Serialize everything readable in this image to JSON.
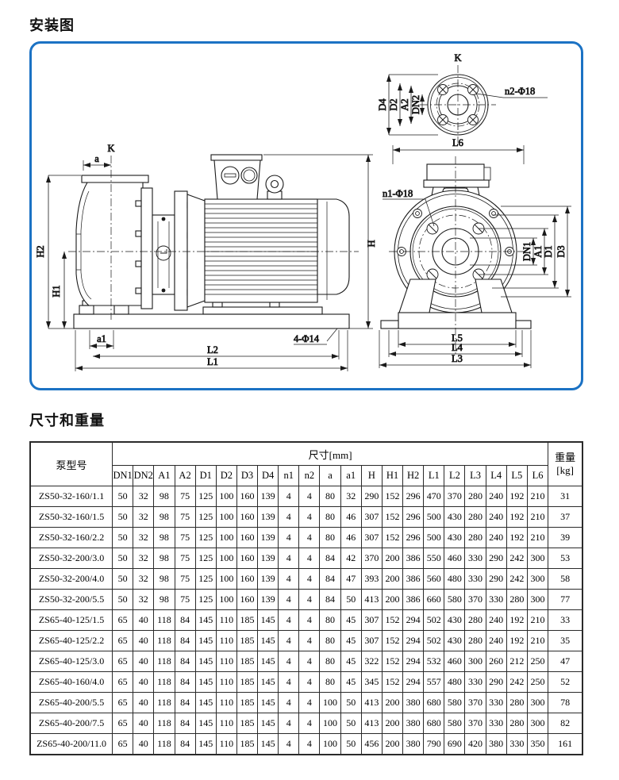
{
  "page": {
    "section1_title": "安装图",
    "section2_title": "尺寸和重量"
  },
  "diagram": {
    "side": {
      "k": "K",
      "a": "a",
      "h2": "H2",
      "h1": "H1",
      "h": "H",
      "a1": "a1",
      "l2": "L2",
      "l1": "L1",
      "bolt_callout": "4-Φ14"
    },
    "flange": {
      "k": "K",
      "d4": "D4",
      "d2": "D2",
      "a2": "A2",
      "dn2": "DN2",
      "l6": "L6",
      "bolt_callout": "n2-Φ18"
    },
    "front": {
      "dn1": "DN1",
      "a1": "A1",
      "d1": "D1",
      "d3": "D3",
      "l5": "L5",
      "l4": "L4",
      "l3": "L3",
      "bolt_callout": "n1-Φ18"
    },
    "border_color": "#1b72c4"
  },
  "table": {
    "col_model": "泵型号",
    "col_dims": "尺寸[mm]",
    "col_weight_line1": "重量",
    "col_weight_line2": "[kg]",
    "dim_headers": [
      "DN1",
      "DN2",
      "A1",
      "A2",
      "D1",
      "D2",
      "D3",
      "D4",
      "n1",
      "n2",
      "a",
      "a1",
      "H",
      "H1",
      "H2",
      "L1",
      "L2",
      "L3",
      "L4",
      "L5",
      "L6"
    ],
    "rows": [
      {
        "model": "ZS50-32-160/1.1",
        "values": [
          50,
          32,
          98,
          75,
          125,
          100,
          160,
          139,
          4,
          4,
          80,
          32,
          290,
          152,
          296,
          470,
          370,
          280,
          240,
          192,
          210
        ],
        "weight": 31
      },
      {
        "model": "ZS50-32-160/1.5",
        "values": [
          50,
          32,
          98,
          75,
          125,
          100,
          160,
          139,
          4,
          4,
          80,
          46,
          307,
          152,
          296,
          500,
          430,
          280,
          240,
          192,
          210
        ],
        "weight": 37
      },
      {
        "model": "ZS50-32-160/2.2",
        "values": [
          50,
          32,
          98,
          75,
          125,
          100,
          160,
          139,
          4,
          4,
          80,
          46,
          307,
          152,
          296,
          500,
          430,
          280,
          240,
          192,
          210
        ],
        "weight": 39
      },
      {
        "model": "ZS50-32-200/3.0",
        "values": [
          50,
          32,
          98,
          75,
          125,
          100,
          160,
          139,
          4,
          4,
          84,
          42,
          370,
          200,
          386,
          550,
          460,
          330,
          290,
          242,
          300
        ],
        "weight": 53
      },
      {
        "model": "ZS50-32-200/4.0",
        "values": [
          50,
          32,
          98,
          75,
          125,
          100,
          160,
          139,
          4,
          4,
          84,
          47,
          393,
          200,
          386,
          560,
          480,
          330,
          290,
          242,
          300
        ],
        "weight": 58
      },
      {
        "model": "ZS50-32-200/5.5",
        "values": [
          50,
          32,
          98,
          75,
          125,
          100,
          160,
          139,
          4,
          4,
          84,
          50,
          413,
          200,
          386,
          660,
          580,
          370,
          330,
          280,
          300
        ],
        "weight": 77
      },
      {
        "model": "ZS65-40-125/1.5",
        "values": [
          65,
          40,
          118,
          84,
          145,
          110,
          185,
          145,
          4,
          4,
          80,
          45,
          307,
          152,
          294,
          502,
          430,
          280,
          240,
          192,
          210
        ],
        "weight": 33
      },
      {
        "model": "ZS65-40-125/2.2",
        "values": [
          65,
          40,
          118,
          84,
          145,
          110,
          185,
          145,
          4,
          4,
          80,
          45,
          307,
          152,
          294,
          502,
          430,
          280,
          240,
          192,
          210
        ],
        "weight": 35
      },
      {
        "model": "ZS65-40-125/3.0",
        "values": [
          65,
          40,
          118,
          84,
          145,
          110,
          185,
          145,
          4,
          4,
          80,
          45,
          322,
          152,
          294,
          532,
          460,
          300,
          260,
          212,
          250
        ],
        "weight": 47
      },
      {
        "model": "ZS65-40-160/4.0",
        "values": [
          65,
          40,
          118,
          84,
          145,
          110,
          185,
          145,
          4,
          4,
          80,
          45,
          345,
          152,
          294,
          557,
          480,
          330,
          290,
          242,
          250
        ],
        "weight": 52
      },
      {
        "model": "ZS65-40-200/5.5",
        "values": [
          65,
          40,
          118,
          84,
          145,
          110,
          185,
          145,
          4,
          4,
          100,
          50,
          413,
          200,
          380,
          680,
          580,
          370,
          330,
          280,
          300
        ],
        "weight": 78
      },
      {
        "model": "ZS65-40-200/7.5",
        "values": [
          65,
          40,
          118,
          84,
          145,
          110,
          185,
          145,
          4,
          4,
          100,
          50,
          413,
          200,
          380,
          680,
          580,
          370,
          330,
          280,
          300
        ],
        "weight": 82
      },
      {
        "model": "ZS65-40-200/11.0",
        "values": [
          65,
          40,
          118,
          84,
          145,
          110,
          185,
          145,
          4,
          4,
          100,
          50,
          456,
          200,
          380,
          790,
          690,
          420,
          380,
          330,
          350
        ],
        "weight": 161
      }
    ]
  }
}
